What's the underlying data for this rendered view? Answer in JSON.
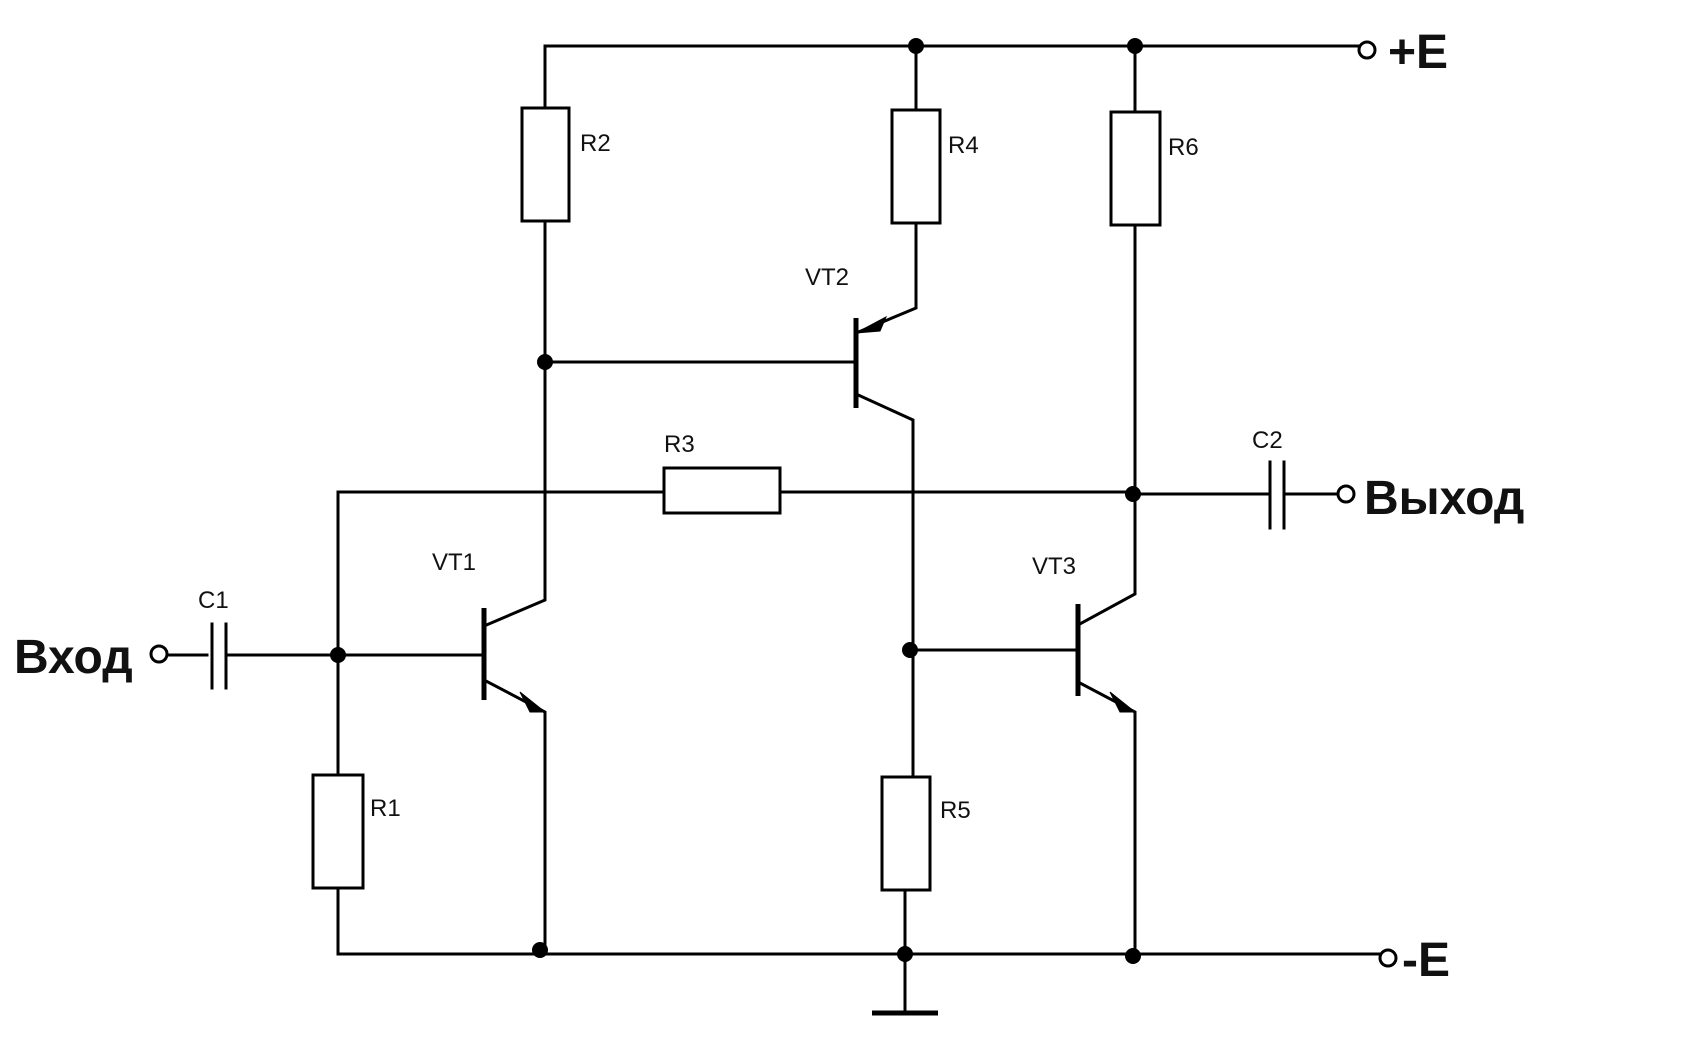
{
  "terminals": {
    "positive_supply": "+E",
    "negative_supply": "-E",
    "input": "Вход",
    "output": "Выход"
  },
  "resistors": {
    "r1": "R1",
    "r2": "R2",
    "r3": "R3",
    "r4": "R4",
    "r5": "R5",
    "r6": "R6"
  },
  "capacitors": {
    "c1": "C1",
    "c2": "C2"
  },
  "transistors": {
    "vt1": "VT1",
    "vt2": "VT2",
    "vt3": "VT3"
  }
}
